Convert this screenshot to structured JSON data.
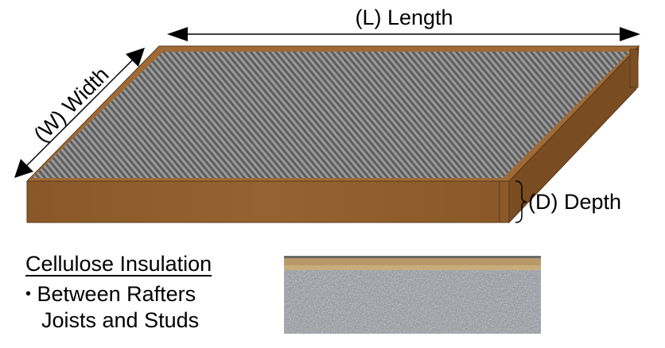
{
  "diagram": {
    "length_label": "(L) Length",
    "width_label": "(W) Width",
    "depth_label": "(D) Depth",
    "colors": {
      "wood": "#8f5c2c",
      "wood_dark": "#6e4522",
      "insulation": "#8a8a8a",
      "arrow": "#000000"
    }
  },
  "caption": {
    "title": "Cellulose Insulation",
    "bullet_line1": "Between Rafters",
    "bullet_line2": "Joists and Studs",
    "bullet_symbol": "•"
  },
  "photo": {
    "subject": "cellulose-insulation-photo"
  }
}
